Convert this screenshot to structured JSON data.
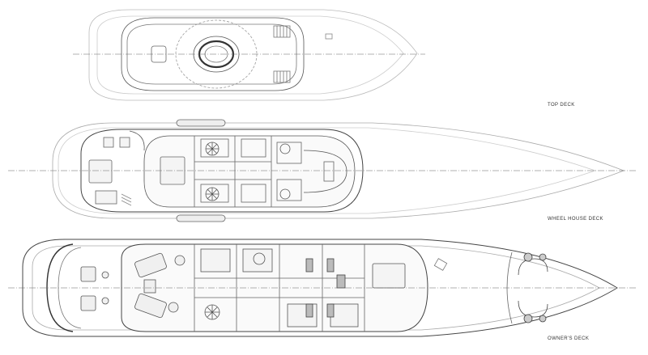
{
  "decks": {
    "top": {
      "label": "TOP DECK"
    },
    "wheel_house": {
      "label": "WHEEL HOUSE DECK"
    },
    "owners": {
      "label": "OWNER'S DECK"
    }
  },
  "colors": {
    "line": "#555555",
    "light_line": "#aaaaaa",
    "fill": "#f4f4f4",
    "background": "#ffffff"
  }
}
